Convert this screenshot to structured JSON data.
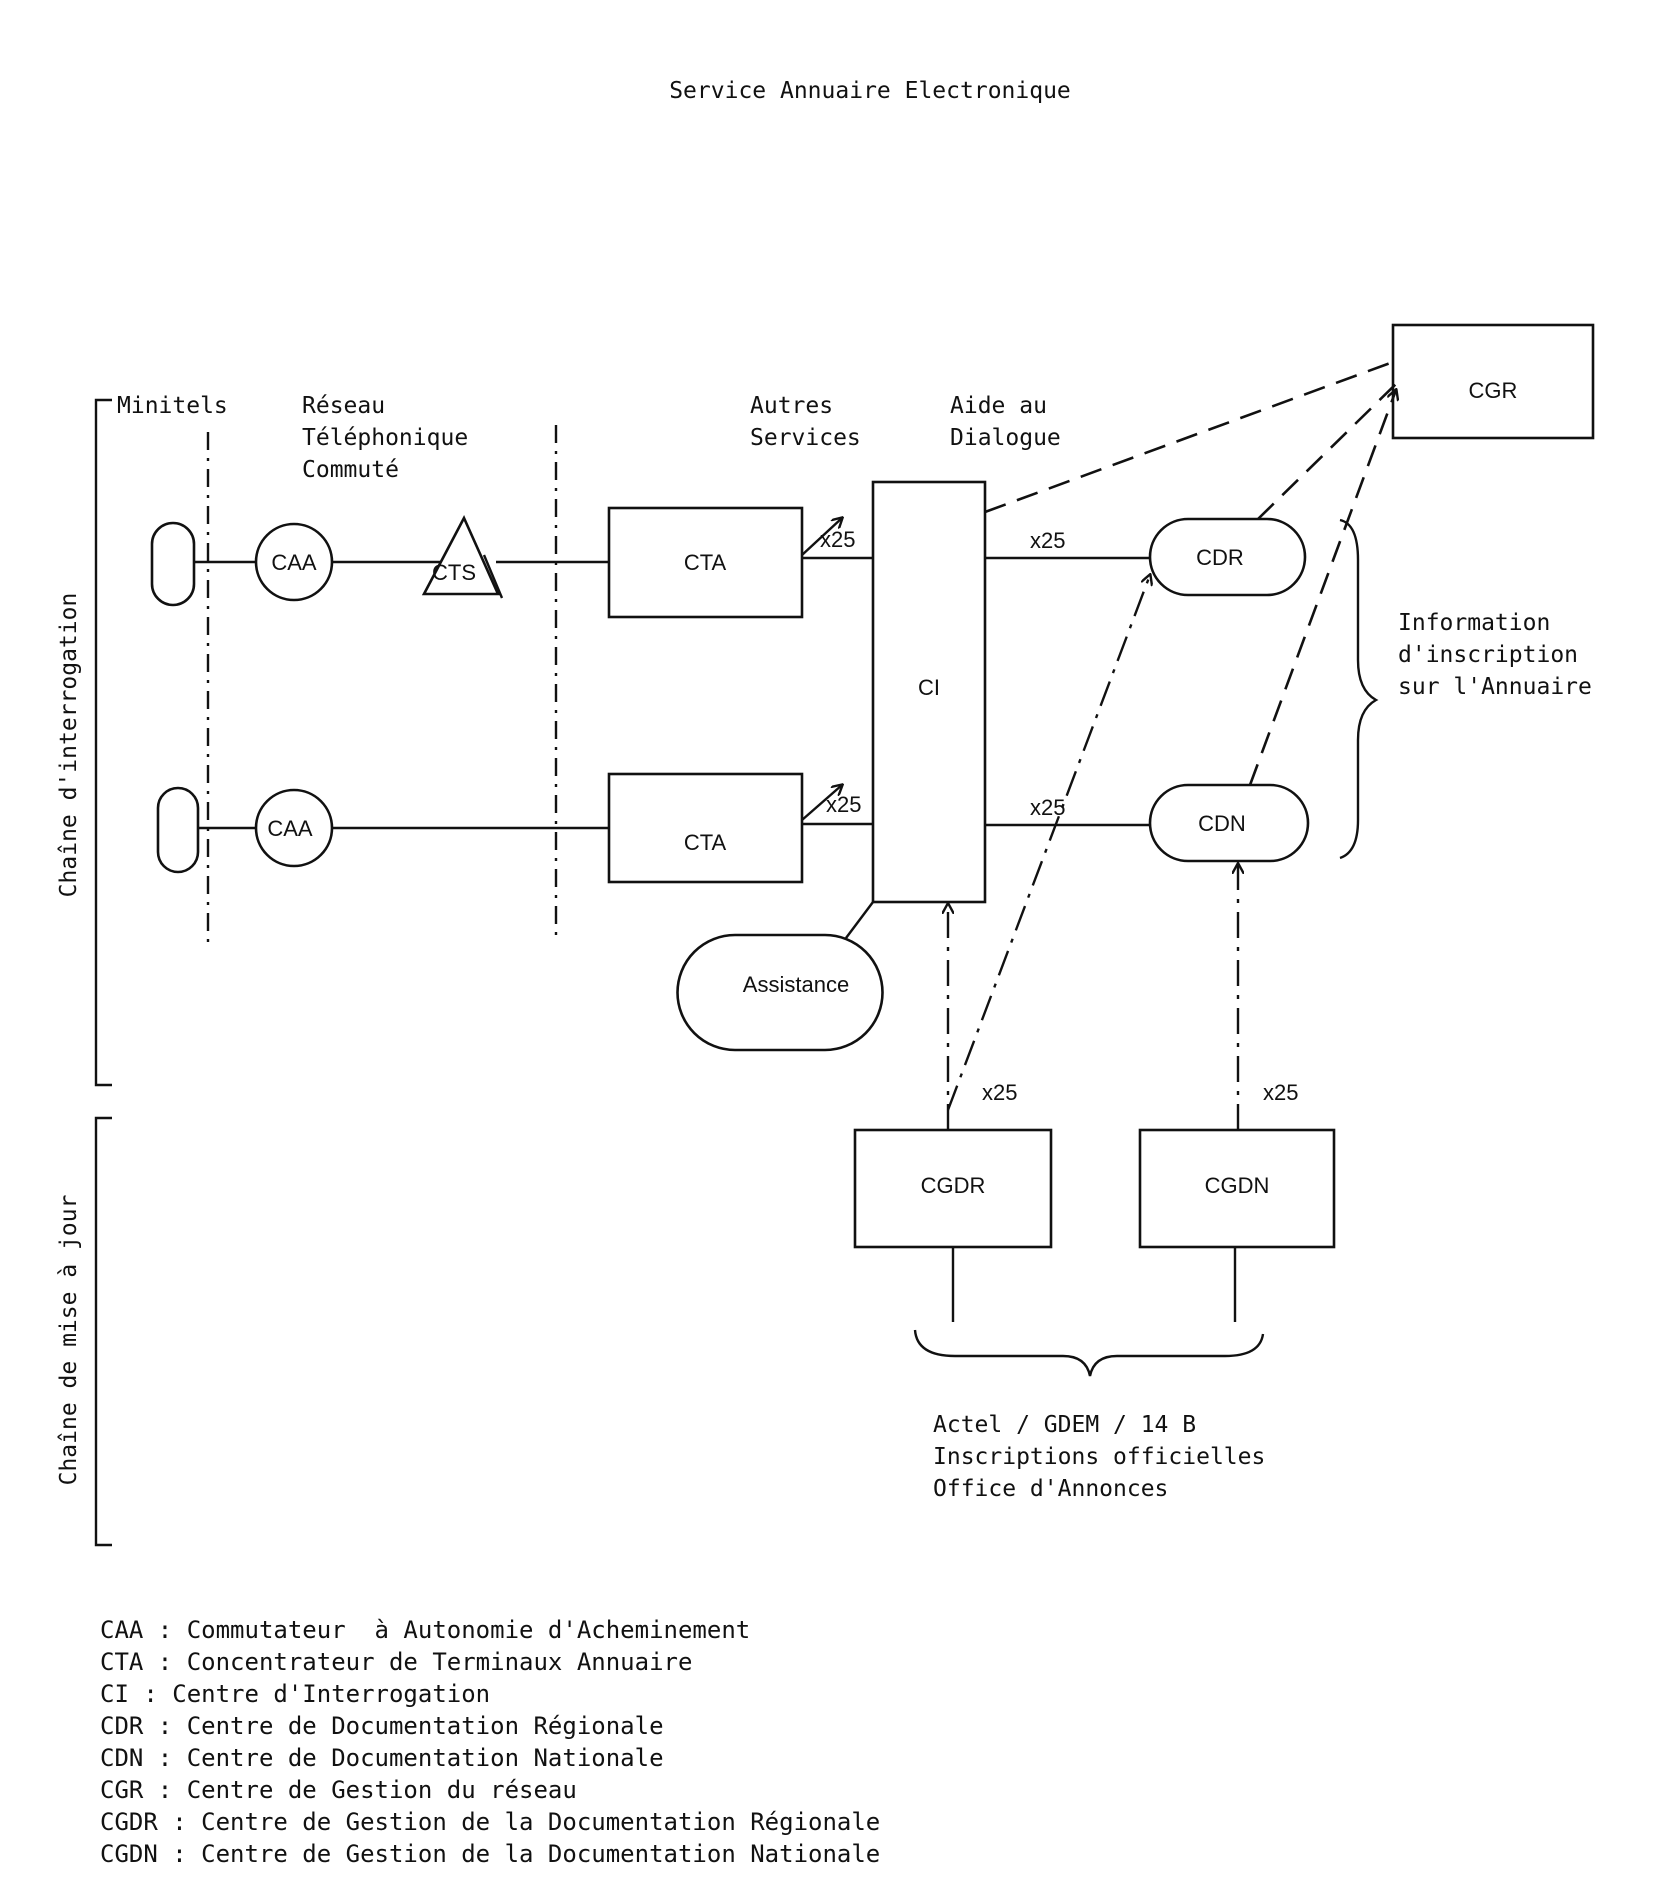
{
  "title": "Service Annuaire Electronique",
  "columns": {
    "minitels": "Minitels",
    "reseau_1": "Réseau",
    "reseau_2": "Téléphonique",
    "reseau_3": "Commuté",
    "autres_1": "Autres",
    "autres_2": "Services",
    "aide_1": "Aide au",
    "aide_2": "Dialogue"
  },
  "side_labels": {
    "interrogation": "Chaîne d'interrogation",
    "mise_a_jour": "Chaîne de mise à jour"
  },
  "nodes": {
    "caa": "CAA",
    "cts": "CTS",
    "cta": "CTA",
    "ci": "CI",
    "cdr": "CDR",
    "cdn": "CDN",
    "cgr": "CGR",
    "cgdr": "CGDR",
    "cgdn": "CGDN",
    "assistance": "Assistance"
  },
  "link_label": "x25",
  "info_brace": {
    "line1": "Information",
    "line2": "d'inscription",
    "line3": "sur l'Annuaire"
  },
  "sources": {
    "line1": "Actel / GDEM / 14 B",
    "line2": "Inscriptions officielles",
    "line3": "Office d'Annonces"
  },
  "legend": [
    "CAA : Commutateur  à Autonomie d'Acheminement",
    "CTA : Concentrateur de Terminaux Annuaire",
    "CI : Centre d'Interrogation",
    "CDR : Centre de Documentation Régionale",
    "CDN : Centre de Documentation Nationale",
    "CGR : Centre de Gestion du réseau",
    "CGDR : Centre de Gestion de la Documentation Régionale",
    "CGDN : Centre de Gestion de la Documentation Nationale"
  ]
}
